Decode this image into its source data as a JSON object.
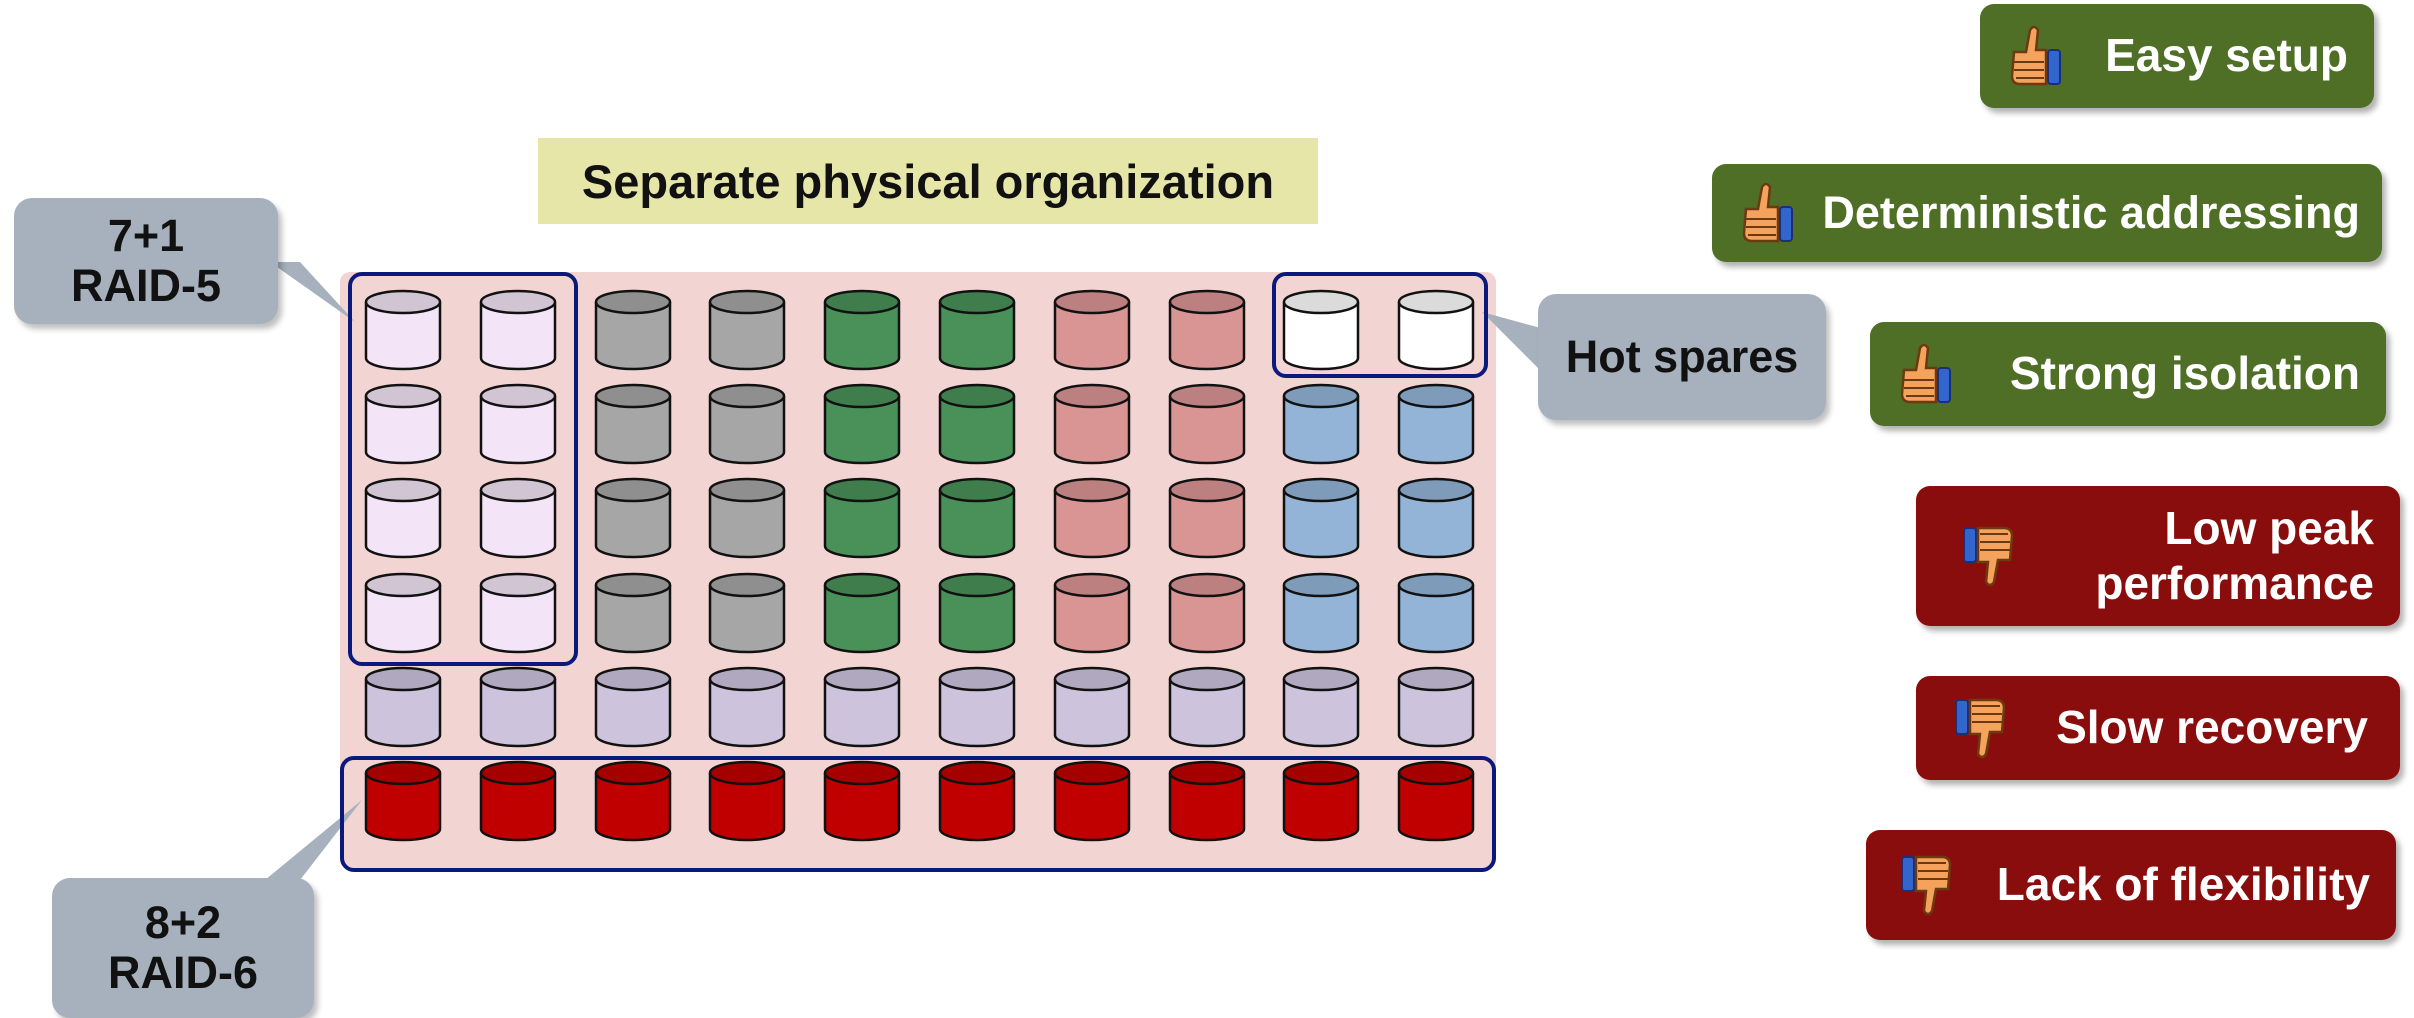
{
  "title_fragment": "…ganizing … … …p…",
  "heading": "Separate physical organization",
  "callouts": {
    "raid5": {
      "line1": "7+1",
      "line2": "RAID-5"
    },
    "raid6": {
      "line1": "8+2",
      "line2": "RAID-6"
    },
    "hot_spares": "Hot spares"
  },
  "disk_colors": {
    "lavender": "#f3e5f7",
    "gray": "#a6a6a6",
    "green": "#4a9159",
    "rose": "#d99594",
    "white": "#ffffff",
    "blue": "#93b4d7",
    "lilac": "#cdc3dd",
    "red": "#c00000"
  },
  "disk_grid": [
    [
      "lavender",
      "lavender",
      "gray",
      "gray",
      "green",
      "green",
      "rose",
      "rose",
      "white",
      "white"
    ],
    [
      "lavender",
      "lavender",
      "gray",
      "gray",
      "green",
      "green",
      "rose",
      "rose",
      "blue",
      "blue"
    ],
    [
      "lavender",
      "lavender",
      "gray",
      "gray",
      "green",
      "green",
      "rose",
      "rose",
      "blue",
      "blue"
    ],
    [
      "lavender",
      "lavender",
      "gray",
      "gray",
      "green",
      "green",
      "rose",
      "rose",
      "blue",
      "blue"
    ],
    [
      "lilac",
      "lilac",
      "lilac",
      "lilac",
      "lilac",
      "lilac",
      "lilac",
      "lilac",
      "lilac",
      "lilac"
    ],
    [
      "red",
      "red",
      "red",
      "red",
      "red",
      "red",
      "red",
      "red",
      "red",
      "red"
    ]
  ],
  "pros_icon": "thumbs-up-icon",
  "cons_icon": "thumbs-down-icon",
  "pros": [
    "Easy setup",
    "Deterministic addressing",
    "Strong isolation"
  ],
  "cons": [
    [
      "Low peak",
      "performance"
    ],
    "Slow recovery",
    "Lack of flexibility"
  ],
  "colors": {
    "pro_badge": "#4f6e26",
    "con_badge": "#8a0d0d",
    "heading_bg": "#e6e6a8",
    "rack_bg": "#f2d4d2",
    "callout_bg": "#a6b1bd",
    "group_outline": "#0b1a7a"
  }
}
